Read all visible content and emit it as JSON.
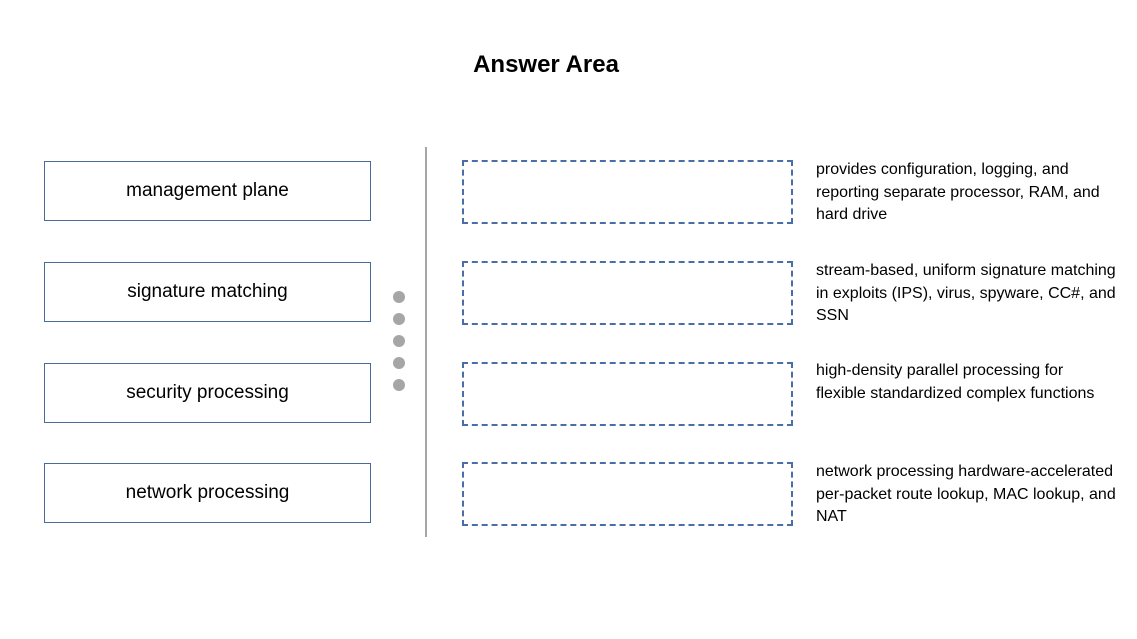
{
  "header": {
    "title": "Answer Area"
  },
  "source_items": [
    {
      "label": "management plane"
    },
    {
      "label": "signature matching"
    },
    {
      "label": "security processing"
    },
    {
      "label": "network processing"
    }
  ],
  "descriptions": [
    {
      "text": "provides configuration, logging, and reporting separate processor, RAM, and hard drive"
    },
    {
      "text": "stream-based, uniform signature matching in exploits (IPS), virus, spyware, CC#, and SSN"
    },
    {
      "text": "high-density parallel processing for flexible standardized complex functions"
    },
    {
      "text": "network processing hardware-accelerated per-packet route lookup, MAC lookup, and NAT"
    }
  ],
  "colors": {
    "source_border": "#4a6b9a",
    "target_border": "#4a6fa8",
    "divider": "#a6a6a6",
    "handle_dots": "#a6a6a6"
  }
}
